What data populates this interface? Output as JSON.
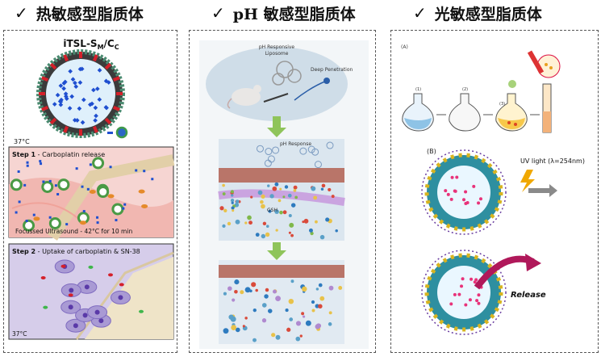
{
  "headings": {
    "left": "热敏感型脂质体",
    "middle": "pH 敏感型脂质体",
    "right": "光敏感型脂质体",
    "check": "✓"
  },
  "left_panel": {
    "title_main": "iTSL-S",
    "title_sub1": "M",
    "title_sep": "/C",
    "title_sub2": "C",
    "temp_label": "37°C",
    "step1_bold": "Step 1",
    "step1_text": " - Carboplatin release",
    "step1_caption": "Focussed Ultrasound - 42°C for 10 min",
    "step2_bold": "Step 2",
    "step2_text": " - Uptake of carboplatin & SN-38",
    "step2_temp": "37°C"
  },
  "middle_panel": {
    "liposome_label_1": "pH Responsive",
    "liposome_label_2": "Liposome",
    "penetration_label": "Deep Penetration",
    "response_label": "pH Response",
    "gsh_label": "GSH"
  },
  "right_panel": {
    "label_a": "(A)",
    "label_b": "(B)",
    "step_labels": [
      "(1)",
      "(2)",
      "(3)"
    ],
    "uv_label": "UV light (λ=254nm)",
    "release_label": "Release"
  },
  "colors": {
    "membrane_teal": "#2e8fa0",
    "liposome_purple": "#7a4aa8",
    "drug_pink": "#e8337a",
    "arrow_green": "#8fc45a",
    "release_arrow": "#b0185a"
  }
}
